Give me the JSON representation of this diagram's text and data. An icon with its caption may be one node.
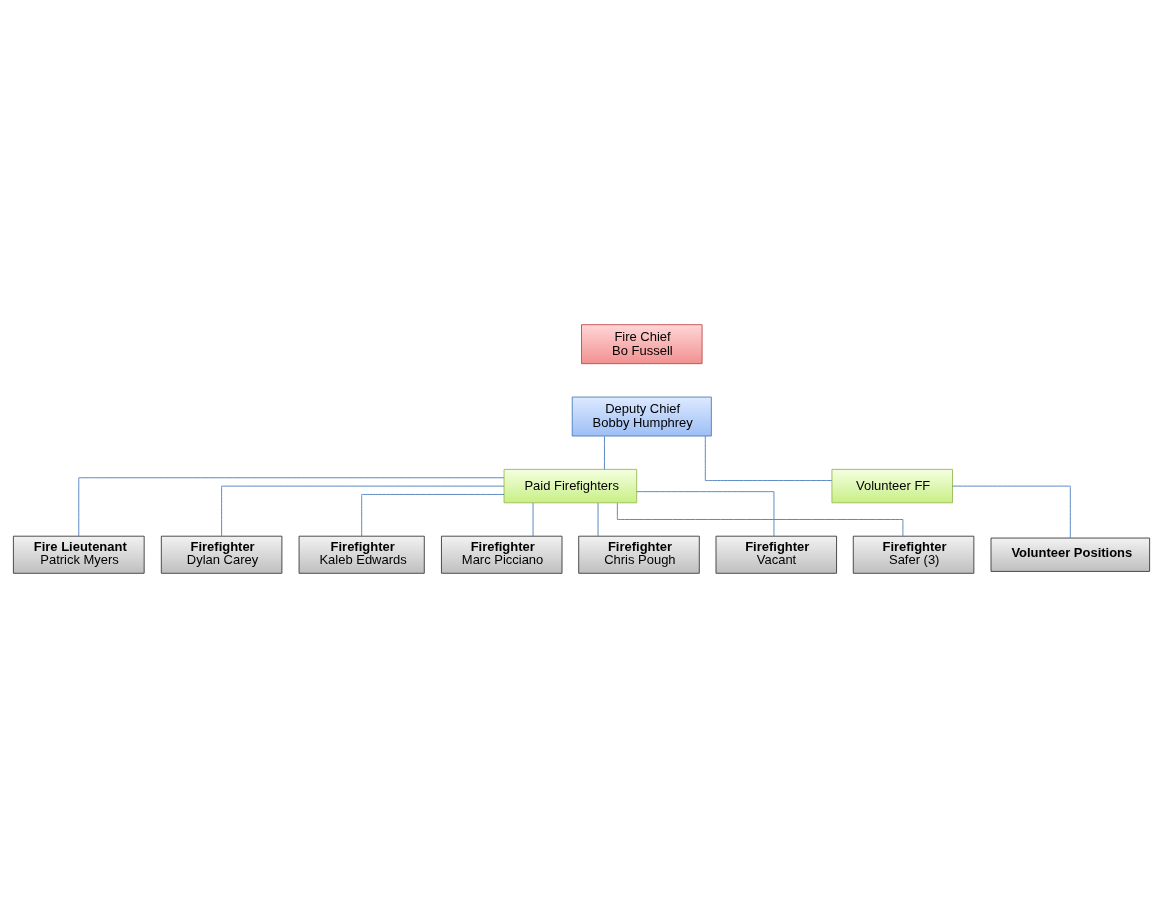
{
  "diagram": {
    "nodes": [
      {
        "text": [
          "Fire Chief",
          "Bo Fussell"
        ]
      },
      {
        "text": [
          "Deputy Chief",
          "Bobby Humphrey"
        ]
      },
      {
        "text": [
          "Paid Firefighters"
        ]
      },
      {
        "text": [
          "Volunteer FF"
        ]
      },
      {
        "text": [
          "Fire Lieutenant",
          "Patrick Myers"
        ]
      },
      {
        "text": [
          "Firefighter",
          "Dylan Carey"
        ]
      },
      {
        "text": [
          "Firefighter",
          "Kaleb Edwards"
        ]
      },
      {
        "text": [
          "Firefighter",
          "Marc Picciano"
        ]
      },
      {
        "text": [
          "Firefighter",
          "Chris Pough"
        ]
      },
      {
        "text": [
          "Firefighter",
          "Vacant"
        ]
      },
      {
        "text": [
          "Firefighter",
          "Safer (3)"
        ]
      },
      {
        "text": [
          "Volunteer Positions"
        ]
      }
    ],
    "edges": [
      {
        "from": 1,
        "to": 2,
        "arrow": "none"
      },
      {
        "from": 1,
        "to": 3,
        "arrow": "none"
      },
      {
        "from": 2,
        "to": 4,
        "arrow": "none"
      },
      {
        "from": 2,
        "to": 5,
        "arrow": "none"
      },
      {
        "from": 2,
        "to": 6,
        "arrow": "none"
      },
      {
        "from": 2,
        "to": 7,
        "arrow": "none"
      },
      {
        "from": 2,
        "to": 8,
        "arrow": "none"
      },
      {
        "from": 2,
        "to": 9,
        "arrow": "none"
      },
      {
        "from": 2,
        "to": 10,
        "arrow": "none"
      },
      {
        "from": 3,
        "to": 11,
        "arrow": "none"
      }
    ]
  }
}
